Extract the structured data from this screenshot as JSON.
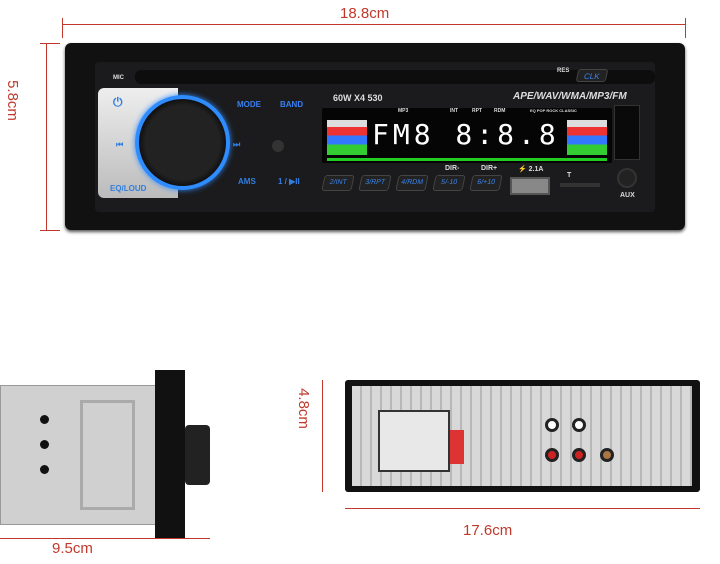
{
  "dimensions": {
    "width_front": "18.8cm",
    "height_front": "5.8cm",
    "depth": "9.5cm",
    "height_rear": "4.8cm",
    "width_rear": "17.6cm"
  },
  "front": {
    "mic": "MIC",
    "res": "RES",
    "clk": "CLK",
    "power_label": "⏻",
    "mode": "MODE",
    "band": "BAND",
    "prev": "⏮",
    "next": "⏭",
    "eq_loud": "EQ/LOUD",
    "ams": "AMS",
    "play_pause": "1 / ▶II",
    "power_spec": "60W X4  530",
    "formats": "APE/WAV/WMA/MP3/FM",
    "display_text": "FM8 8:8.8",
    "disp_tags": [
      "MP3",
      "INT",
      "RPT",
      "RDM"
    ],
    "eq_tags": "EQ POP ROCK CLASSIC",
    "buttons": [
      "2/INT",
      "3/RPT",
      "4/RDM",
      "5/-10",
      "6/+10"
    ],
    "dir_minus": "DIR-",
    "dir_plus": "DIR+",
    "usb": "⚡ 2.1A",
    "tf": "T",
    "aux": "AUX"
  },
  "colors": {
    "dimension": "#c0392b",
    "accent": "#2f7fe0"
  }
}
